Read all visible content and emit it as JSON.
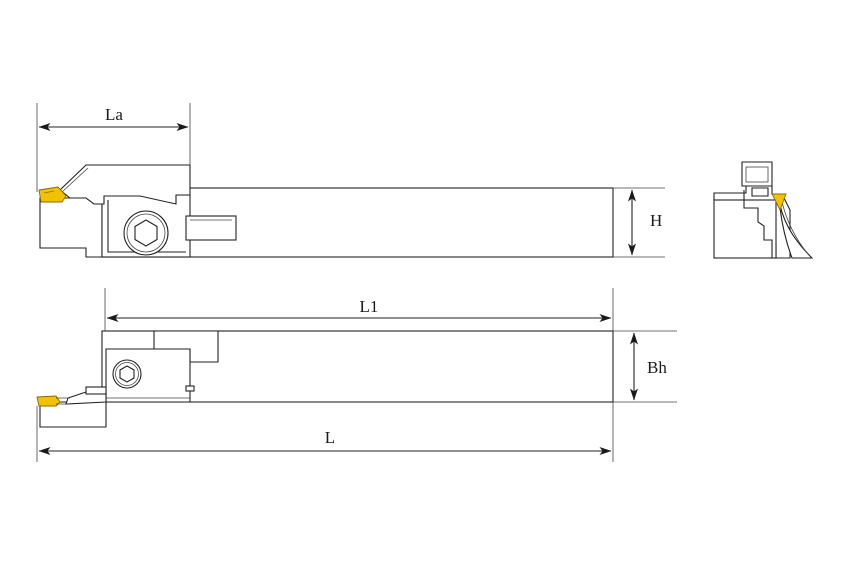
{
  "colors": {
    "line": "#222222",
    "insert": "#f2c200",
    "insert_edge": "#8a6a00",
    "background": "#ffffff"
  },
  "icons": {
    "top_view_screw": "hex-socket-screw-icon",
    "side_view_screw": "hex-socket-screw-icon"
  },
  "dimensions": {
    "la": "La",
    "h": "H",
    "l1": "L1",
    "bh": "Bh",
    "l": "L"
  }
}
